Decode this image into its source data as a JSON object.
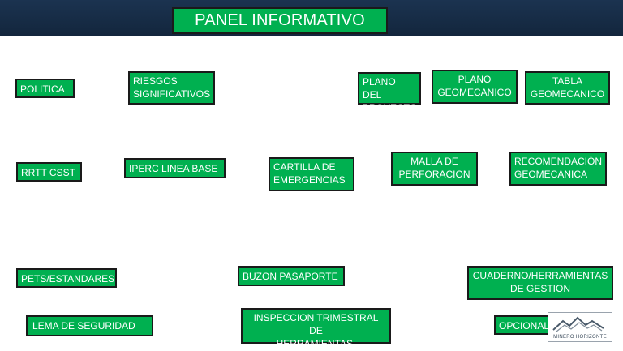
{
  "header": {
    "title": "PANEL INFORMATIVO MINA"
  },
  "buttons": {
    "politica": "POLITICA",
    "riesgos": "RIESGOS\nSIGNIFICATIVOS",
    "plano_proyecto": "PLANO DEL\nPROYECTO",
    "plano_geomecanico": "PLANO\nGEOMECANICO",
    "tabla_geomecanico": "TABLA\nGEOMECANICO",
    "rrtt": "RRTT CSST",
    "iperc": "IPERC LINEA BASE",
    "cartilla": "CARTILLA DE\nEMERGENCIAS",
    "malla": "MALLA DE\nPERFORACION",
    "recomendacion": "RECOMENDACIÓN\nGEOMECANICA",
    "pets": "PETS/ESTANDARES",
    "buzon": "BUZON PASAPORTE",
    "cuaderno": "CUADERNO/HERRAMIENTAS\nDE GESTION",
    "lema": "LEMA DE SEGURIDAD",
    "inspeccion": "INSPECCION TRIMESTRAL DE\nHERRAMIENTAS.",
    "opcional": "OPCIONAL"
  },
  "logo": {
    "text": "MINERO HORIZONTE",
    "icon": "mountain-logo-icon"
  },
  "colors": {
    "header_bg": "#13263d",
    "button_bg": "#00b050",
    "border": "#1a1a1a"
  }
}
